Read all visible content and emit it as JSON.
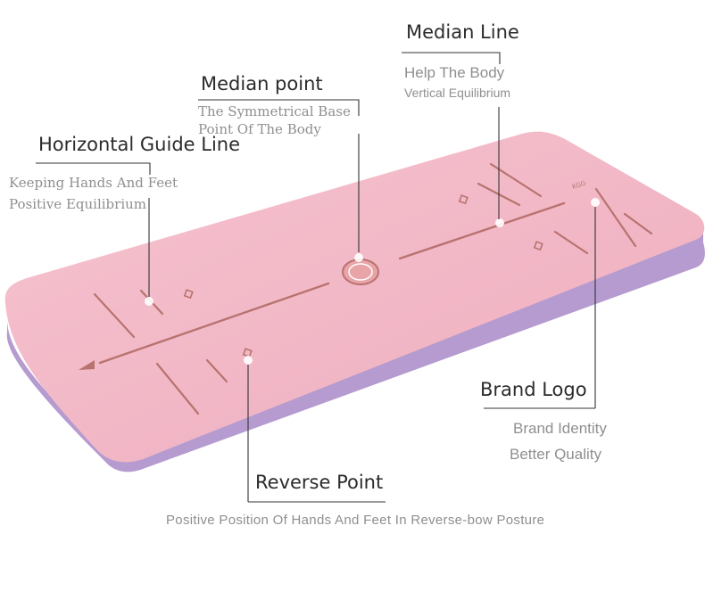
{
  "colors": {
    "mat_top": "#f3b8c6",
    "mat_edge": "#b59bcf",
    "guide_line": "#b8736f",
    "callout_line": "#333333",
    "title_text": "#2b2b2b",
    "subtitle_text": "#8f8f8f"
  },
  "callouts": {
    "median_line": {
      "title": "Median Line",
      "line1": "Help The Body",
      "line2": "Vertical Equilibrium"
    },
    "median_point": {
      "title": "Median point",
      "line1": "The Symmetrical Base",
      "line2": "Point Of The Body"
    },
    "horizontal_guide": {
      "title": "Horizontal Guide Line",
      "line1": "Keeping Hands And Feet",
      "line2": "Positive Equilibrium"
    },
    "brand_logo": {
      "title": "Brand Logo",
      "line1": "Brand Identity",
      "line2": "Better Quality"
    },
    "reverse_point": {
      "title": "Reverse Point",
      "line1": "Positive Position Of Hands And Feet In Reverse-bow Posture"
    }
  }
}
